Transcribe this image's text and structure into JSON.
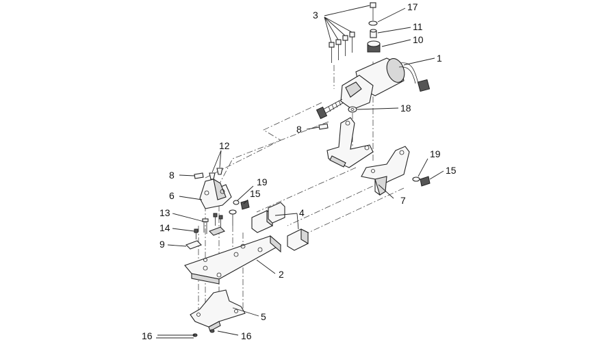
{
  "diagram": {
    "callouts": [
      "1",
      "2",
      "3",
      "4",
      "5",
      "6",
      "7",
      "8",
      "8",
      "9",
      "10",
      "11",
      "12",
      "13",
      "14",
      "15",
      "15",
      "16",
      "16",
      "17",
      "18",
      "19",
      "19"
    ]
  }
}
